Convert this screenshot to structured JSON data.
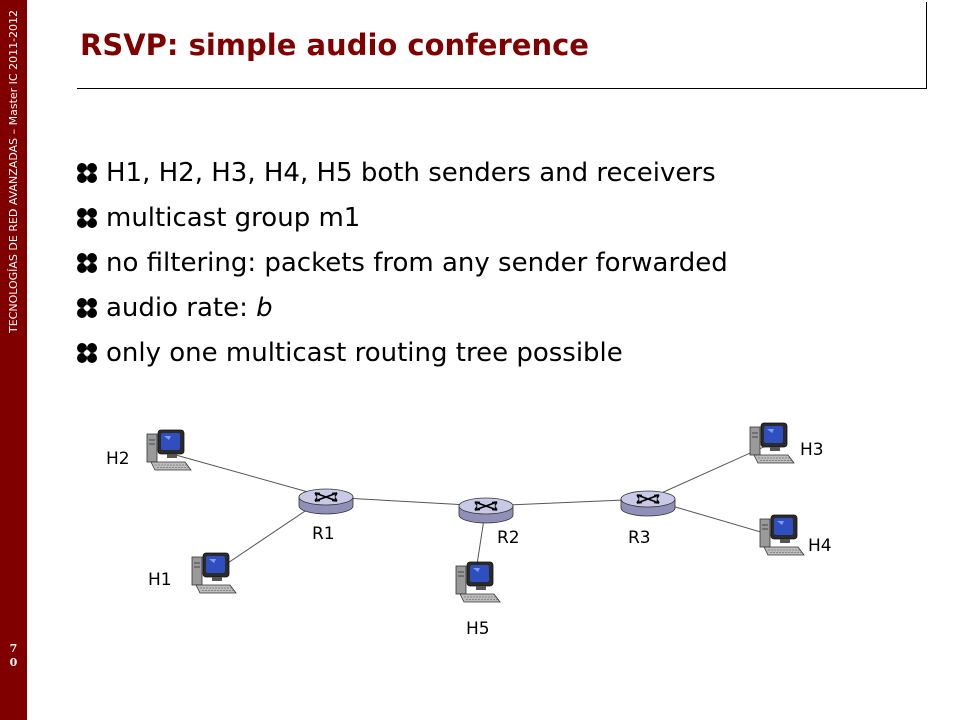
{
  "sidebar": {
    "footer_text": "TECNOLOGÍAS DE RED AVANZADAS – Master IC 2011-2012",
    "page_number": "7\n0"
  },
  "slide": {
    "title": "RSVP: simple audio conference",
    "bullets": [
      {
        "text": "H1, H2, H3, H4, H5 both senders and receivers"
      },
      {
        "text": "multicast group m1"
      },
      {
        "text": "no filtering: packets from any sender forwarded"
      },
      {
        "text": "audio rate: ",
        "italic": "b"
      },
      {
        "text": "only one multicast routing tree possible"
      }
    ]
  },
  "diagram": {
    "hosts": [
      {
        "id": "H2",
        "label": "H2"
      },
      {
        "id": "H1",
        "label": "H1"
      },
      {
        "id": "H5",
        "label": "H5"
      },
      {
        "id": "H3",
        "label": "H3"
      },
      {
        "id": "H4",
        "label": "H4"
      }
    ],
    "routers": [
      {
        "id": "R1",
        "label": "R1"
      },
      {
        "id": "R2",
        "label": "R2"
      },
      {
        "id": "R3",
        "label": "R3"
      }
    ],
    "links": [
      [
        "H2",
        "R1"
      ],
      [
        "H1",
        "R1"
      ],
      [
        "R1",
        "R2"
      ],
      [
        "R2",
        "H5"
      ],
      [
        "R2",
        "R3"
      ],
      [
        "R3",
        "H3"
      ],
      [
        "R3",
        "H4"
      ]
    ]
  },
  "colors": {
    "sidebar": "#800000",
    "title": "#800000",
    "router_body": "#c9c9e6",
    "monitor_screen": "#2f4fc0"
  }
}
